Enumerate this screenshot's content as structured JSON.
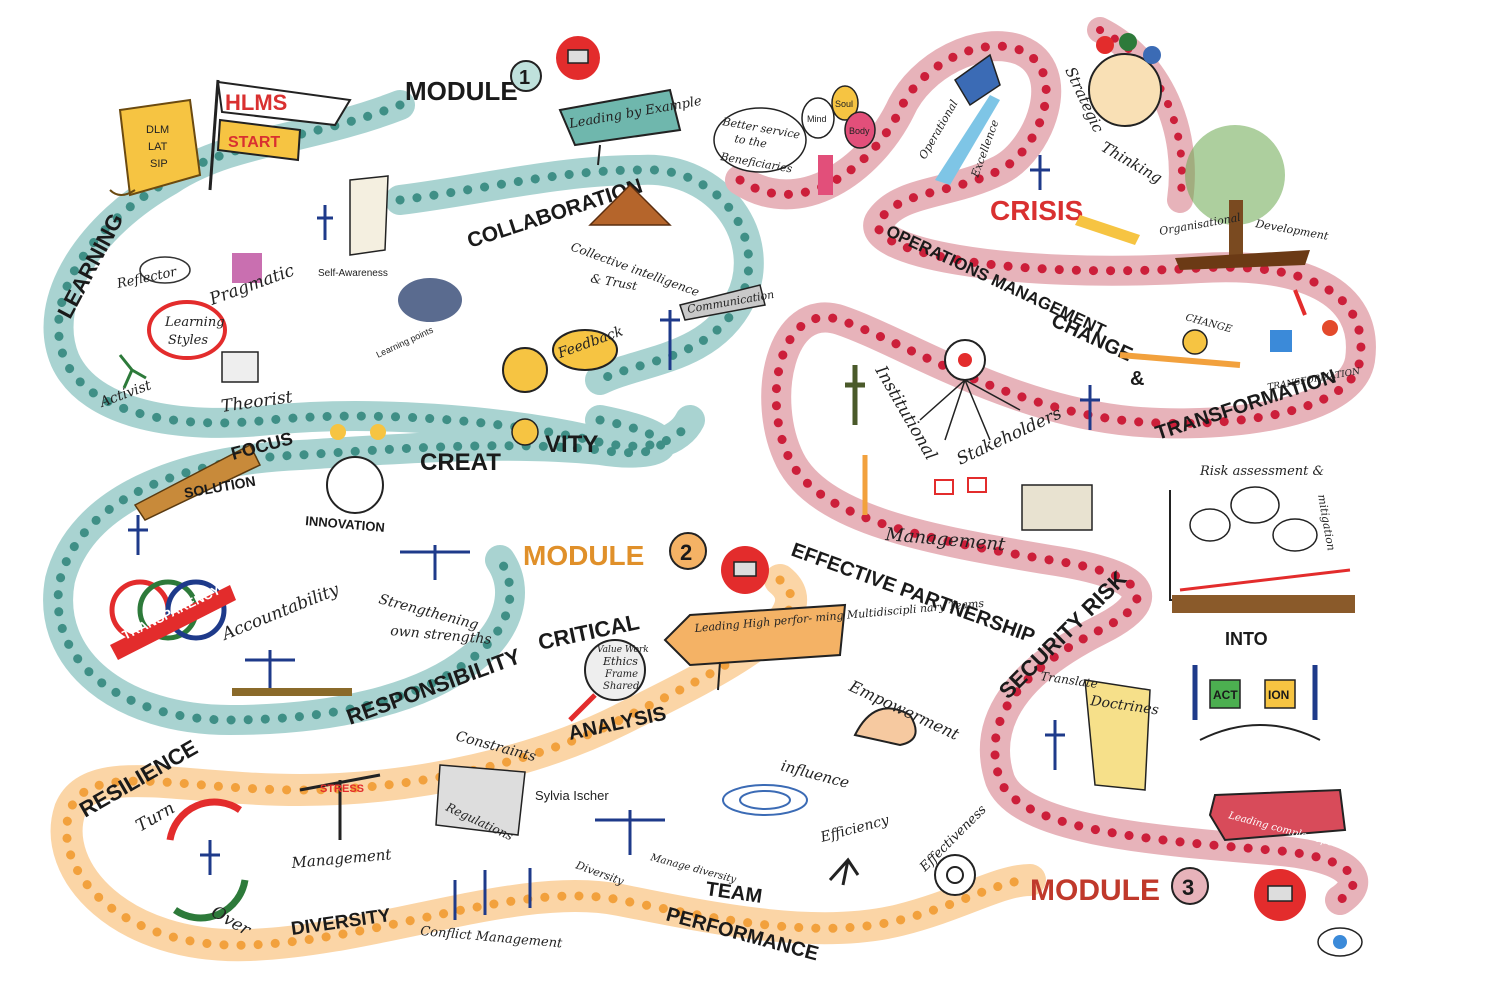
{
  "scroll": {
    "items": [
      "DLM",
      "LAT",
      "SIP"
    ]
  },
  "flag": {
    "title": "HLMS",
    "start": "START"
  },
  "modules": {
    "m1": {
      "label": "MODULE",
      "num": "1"
    },
    "m2": {
      "label": "MODULE",
      "num": "2"
    },
    "m3": {
      "label": "MODULE",
      "num": "3"
    }
  },
  "signs": {
    "leading_example": "Leading by Example",
    "leading_teams": "Leading High perfor- ming Multidiscipli nary Teams",
    "leading_change": "Leading complex operations and Transformation"
  },
  "path1": {
    "learning": "LEARNING",
    "reflector": "Reflector",
    "pragmatic": "Pragmatic",
    "learning_styles_1": "Learning",
    "learning_styles_2": "Styles",
    "activist": "Activist",
    "theorist": "Theorist",
    "self_awareness": "Self-Awareness",
    "learning_points": "Learning points",
    "collaboration": "COLLABORATION",
    "collective_1": "Collective intelligence",
    "collective_2": "& Trust",
    "communication": "Communication",
    "feedback": "Feedback",
    "creativity_a": "CREAT",
    "creativity_b": "VITY",
    "focus": "FOCUS",
    "solution": "SOLUTION",
    "innovation": "INNOVATION",
    "strengthening_1": "Strengthening",
    "strengthening_2": "own strengths",
    "accountability": "Accountability",
    "responsibility": "RESPONSIBILITY",
    "transparency": "TRANSPARENCY"
  },
  "path2": {
    "critical": "CRITICAL",
    "analysis": "ANALYSIS",
    "ethics_1": "Value Work",
    "ethics_2": "Ethics",
    "ethics_3": "Frame",
    "ethics_4": "Shared",
    "empowerment": "Empowerment",
    "constraints": "Constraints",
    "regulations": "Regulations",
    "influence": "influence",
    "resilience": "RESILIENCE",
    "turn": "Turn",
    "over": "Over",
    "stress": "STRESS",
    "management": "Management",
    "sylvia": "Sylvia Ischer",
    "diversity_small": "Diversity",
    "manage_diversity": "Manage diversity",
    "team": "TEAM",
    "performance": "PERFORMANCE",
    "diversity": "DIVERSITY",
    "conflict": "Conflict Management",
    "efficiency": "Efficiency",
    "effectiveness": "Effectiveness"
  },
  "path3": {
    "operational": "Operational",
    "excellence": "Excellence",
    "strategic": "Strategic",
    "thinking": "Thinking",
    "crisis": "CRISIS",
    "better_1": "Better service",
    "better_2": "to the",
    "better_3": "Beneficiaries",
    "mind": "Mind",
    "soul": "Soul",
    "body": "Body",
    "ops_mgmt": "OPERATIONS MANAGEMENT",
    "org_1": "Organisational",
    "org_2": "Development",
    "change": "CHANGE",
    "amp": "&",
    "transformation": "TRANSFORMATION",
    "change_small": "CHANGE",
    "transformation_small": "TRANSFORMATION",
    "institutional": "Institutional",
    "stakeholders": "Stakeholders",
    "management": "Management",
    "effective": "EFFECTIVE PARTNERSHIP",
    "risk_assessment": "Risk assessment &",
    "mitigation": "mitigation",
    "security": "SECURITY RISK",
    "into": "INTO",
    "translate": "Translate",
    "doctrines": "Doctrines",
    "act": "ACT",
    "ion": "ION"
  },
  "colors": {
    "teal": "#a9d3d1",
    "teal_dot": "#3f8f86",
    "pink": "#e7b3ba",
    "pink_dot": "#cc1f3a",
    "orange": "#fbd5a6",
    "orange_dot": "#f2a13d",
    "red_badge": "#e32c2c"
  }
}
